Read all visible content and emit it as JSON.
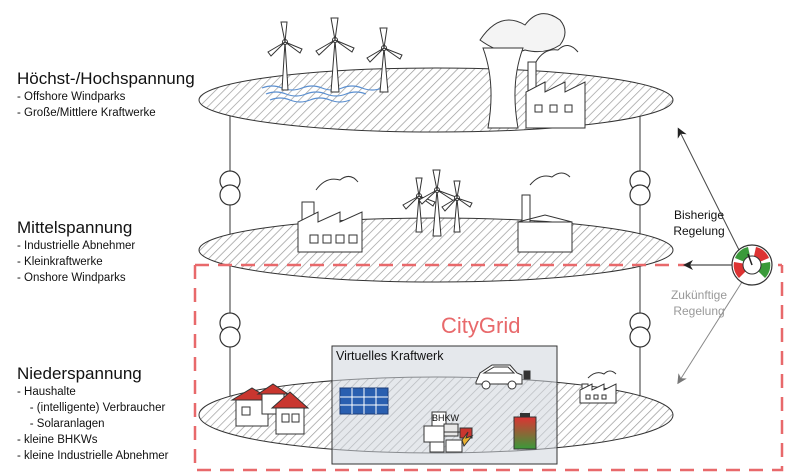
{
  "levels": [
    {
      "title": "Höchst-/Hochspannung",
      "items": [
        "- Offshore Windparks",
        "- Große/Mittlere Kraftwerke"
      ]
    },
    {
      "title": "Mittelspannung",
      "items": [
        "- Industrielle Abnehmer",
        "- Kleinkraftwerke",
        "- Onshore Windparks"
      ]
    },
    {
      "title": "Niederspannung",
      "items": [
        "- Haushalte",
        "    - (intelligente) Verbraucher",
        "    - Solaranlagen",
        "- kleine BHKWs",
        "- kleine Industrielle Abnehmer"
      ]
    }
  ],
  "citygrid_label": "CityGrid",
  "virtual_plant_label": "Virtuelles Kraftwerk",
  "bhkw_label": "BHKW",
  "current_control": [
    "Bisherige",
    "Regelung"
  ],
  "future_control": [
    "Zukünftige",
    "Regelung"
  ],
  "colors": {
    "citygrid": "#e8696b",
    "arrow_dark": "#222222",
    "arrow_future": "#888888",
    "solar": "#2a5fb0"
  }
}
